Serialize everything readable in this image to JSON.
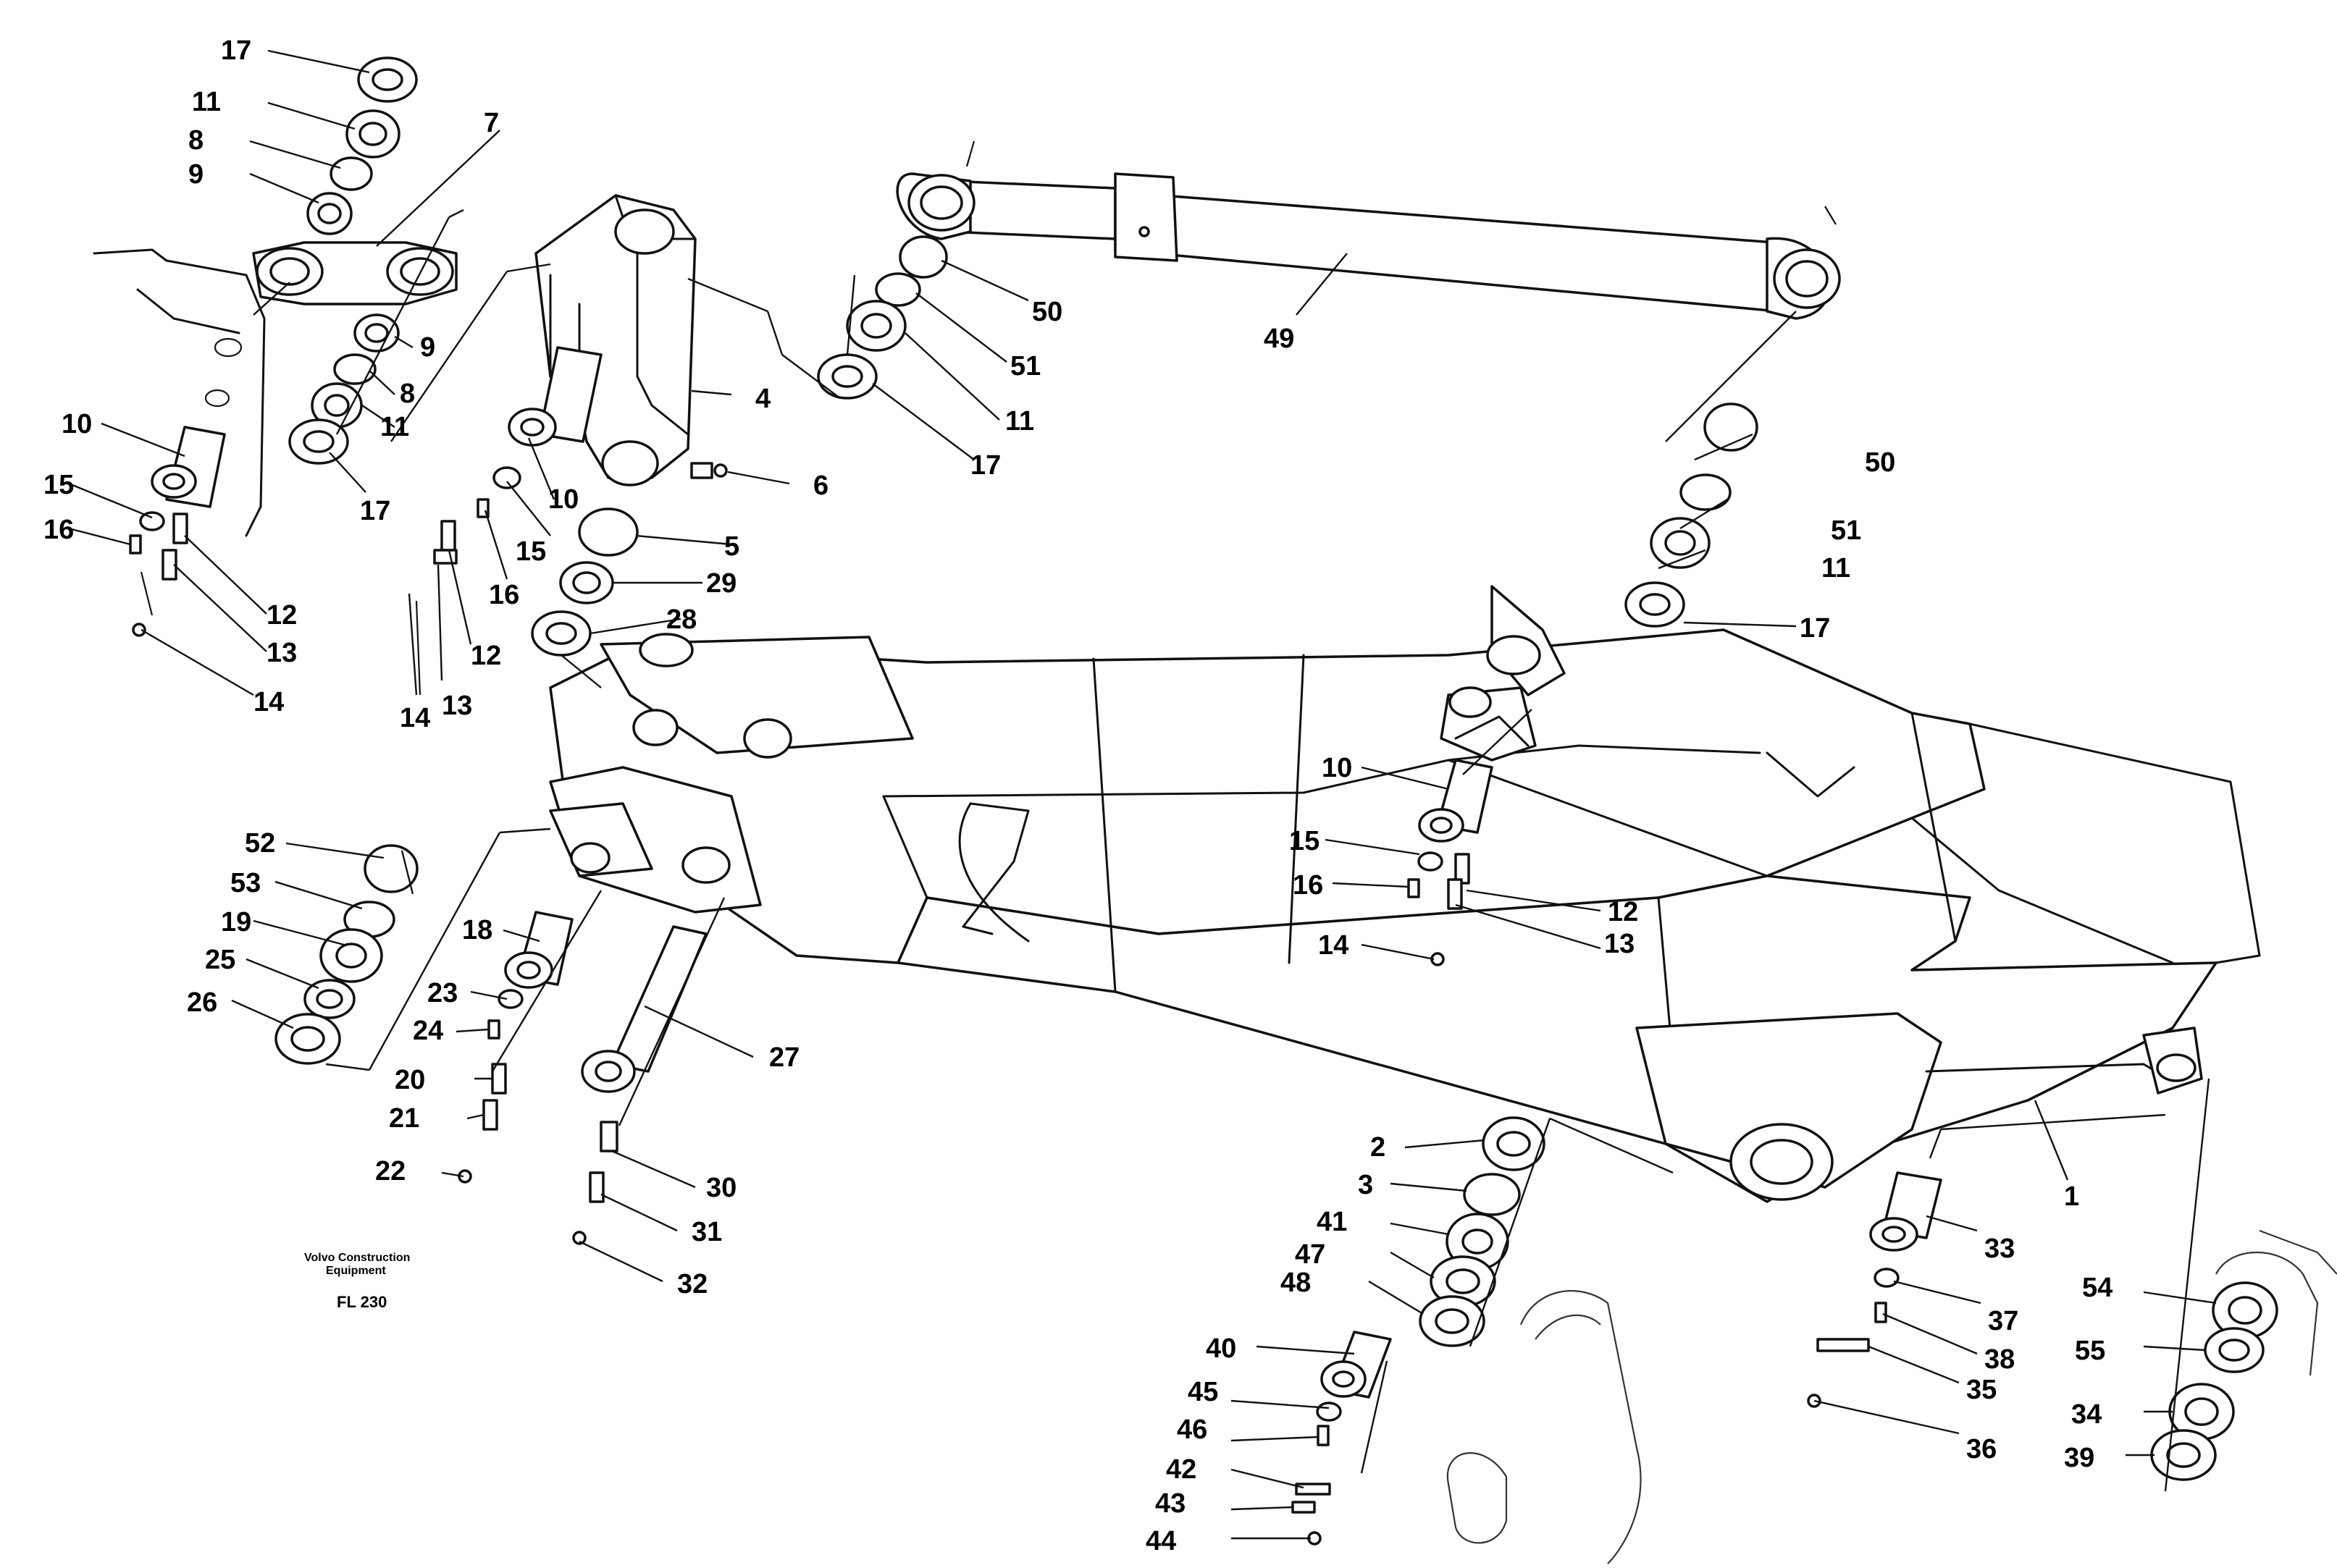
{
  "brand": {
    "line1": "Volvo Construction",
    "line2": "Equipment"
  },
  "figure_code": "FL 230",
  "callouts": [
    "17",
    "11",
    "8",
    "9",
    "7",
    "9",
    "8",
    "11",
    "17",
    "10",
    "15",
    "16",
    "12",
    "13",
    "14",
    "10",
    "15",
    "16",
    "12",
    "13",
    "14",
    "4",
    "6",
    "5",
    "29",
    "28",
    "50",
    "51",
    "11",
    "17",
    "49",
    "50",
    "51",
    "11",
    "17",
    "10",
    "15",
    "16",
    "12",
    "13",
    "14",
    "52",
    "53",
    "19",
    "25",
    "26",
    "18",
    "23",
    "24",
    "20",
    "21",
    "22",
    "27",
    "30",
    "31",
    "32",
    "1",
    "2",
    "3",
    "41",
    "47",
    "48",
    "40",
    "45",
    "46",
    "42",
    "43",
    "44",
    "33",
    "37",
    "38",
    "35",
    "36",
    "54",
    "55",
    "34",
    "39"
  ]
}
